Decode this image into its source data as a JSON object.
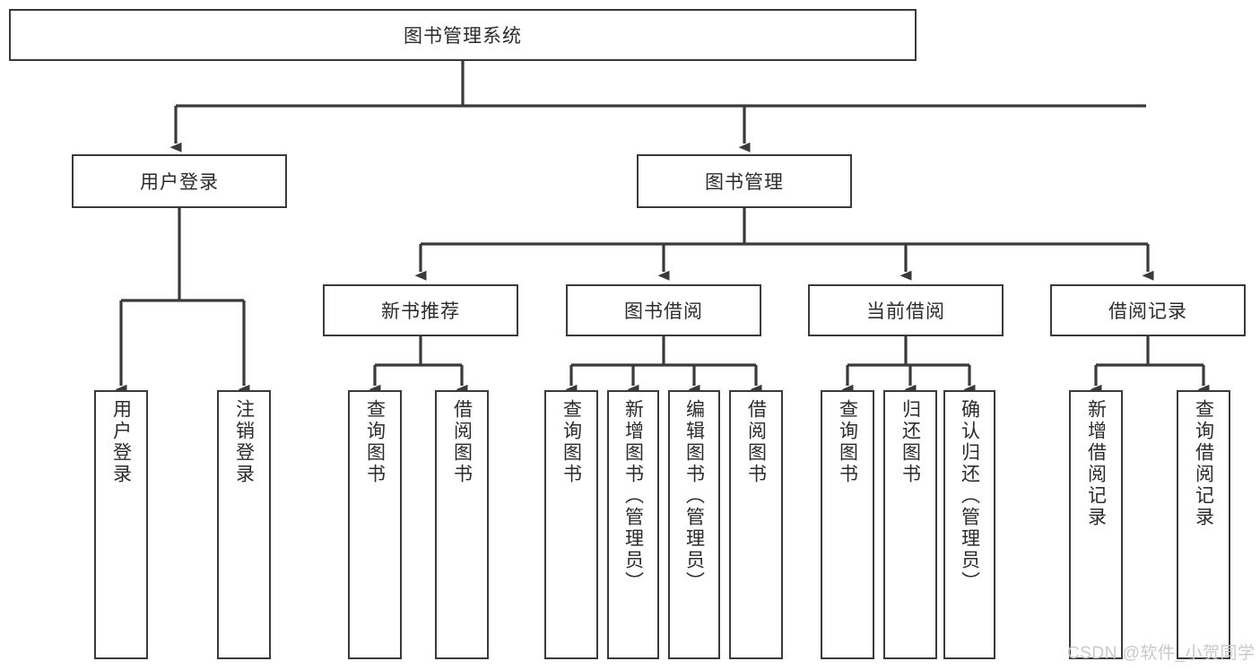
{
  "diagram": {
    "title": "图书管理系统",
    "type": "tree-hierarchy-diagram",
    "colors": {
      "background": "#ffffff",
      "box_border": "#3a3a3a",
      "box_fill": "#ffffff",
      "text": "#2b2b2b",
      "connector": "#3a3a3a",
      "watermark": "#c9c9c9"
    },
    "root": {
      "label": "图书管理系统"
    },
    "level2": [
      {
        "label": "用户登录"
      },
      {
        "label": "图书管理"
      }
    ],
    "level3": [
      {
        "label": "新书推荐"
      },
      {
        "label": "图书借阅"
      },
      {
        "label": "当前借阅"
      },
      {
        "label": "借阅记录"
      }
    ],
    "leaves": {
      "user_login": [
        {
          "label": "用户登录"
        },
        {
          "label": "注销登录"
        }
      ],
      "new_book_recommend": [
        {
          "label": "查询图书"
        },
        {
          "label": "借阅图书"
        }
      ],
      "book_borrow": [
        {
          "label": "查询图书"
        },
        {
          "label": "新增图书（管理员）"
        },
        {
          "label": "编辑图书（管理员）"
        },
        {
          "label": "借阅图书"
        }
      ],
      "current_borrow": [
        {
          "label": "查询图书"
        },
        {
          "label": "归还图书"
        },
        {
          "label": "确认归还（管理员）"
        }
      ],
      "borrow_record": [
        {
          "label": "新增借阅记录"
        },
        {
          "label": "查询借阅记录"
        }
      ]
    },
    "watermark": "CSDN @软件_小贺同学"
  }
}
